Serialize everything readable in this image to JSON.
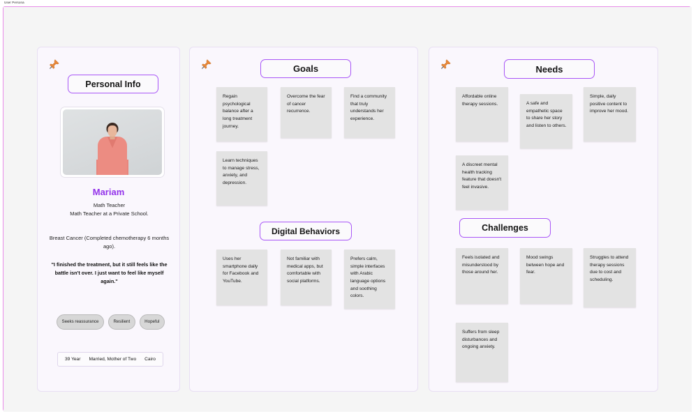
{
  "page": {
    "label": "User Persona",
    "accent_purple": "#9333ea",
    "header_border": "#a855f7",
    "frame_border": "#e88ce8",
    "panel_bg": "#faf7fd",
    "note_bg": "#e3e3e3",
    "board_bg": "#f5f5f5"
  },
  "personal": {
    "pin_icon": "pushpin-icon",
    "header": "Personal Info",
    "photo_alt": "persona-portrait",
    "name": "Mariam",
    "role": "Math Teacher",
    "job": "Math Teacher at a Private School.",
    "condition": "Breast Cancer (Completed chemotherapy 6 months ago).",
    "quote": "\"I finished the treatment, but it still feels like the battle isn't over. I just want to feel like myself again.\"",
    "traits": [
      "Seeks reassurance",
      "Resilient",
      "Hopeful"
    ],
    "info": [
      "39 Year",
      "Married, Mother of Two",
      "Cairo"
    ]
  },
  "goals": {
    "pin_icon": "pushpin-icon",
    "header": "Goals",
    "notes": [
      "Regain psychological balance after a long treatment journey.",
      "Overcome the fear of cancer recurrence.",
      "Find a community that truly understands her experience.",
      "Learn techniques to manage stress, anxiety, and depression."
    ]
  },
  "digital_behaviors": {
    "header": "Digital Behaviors",
    "notes": [
      "Uses her smartphone daily for Facebook and YouTube.",
      "Not familiar with medical apps, but comfortable with social platforms.",
      "Prefers calm, simple interfaces with Arabic language options and soothing colors."
    ]
  },
  "needs": {
    "pin_icon": "pushpin-icon",
    "header": "Needs",
    "notes": [
      "Affordable online therapy sessions.",
      "A safe and empathetic space to share her story and listen to others.",
      "Simple, daily positive content to improve her mood.",
      "A discreet mental health tracking feature that doesn't feel invasive."
    ]
  },
  "challenges": {
    "header": "Challenges",
    "notes": [
      "Feels isolated and misunderstood by those around her.",
      "Mood swings between hope and fear.",
      "Struggles to attend therapy sessions due to cost and scheduling.",
      "Suffers from sleep disturbances and ongoing anxiety."
    ]
  }
}
